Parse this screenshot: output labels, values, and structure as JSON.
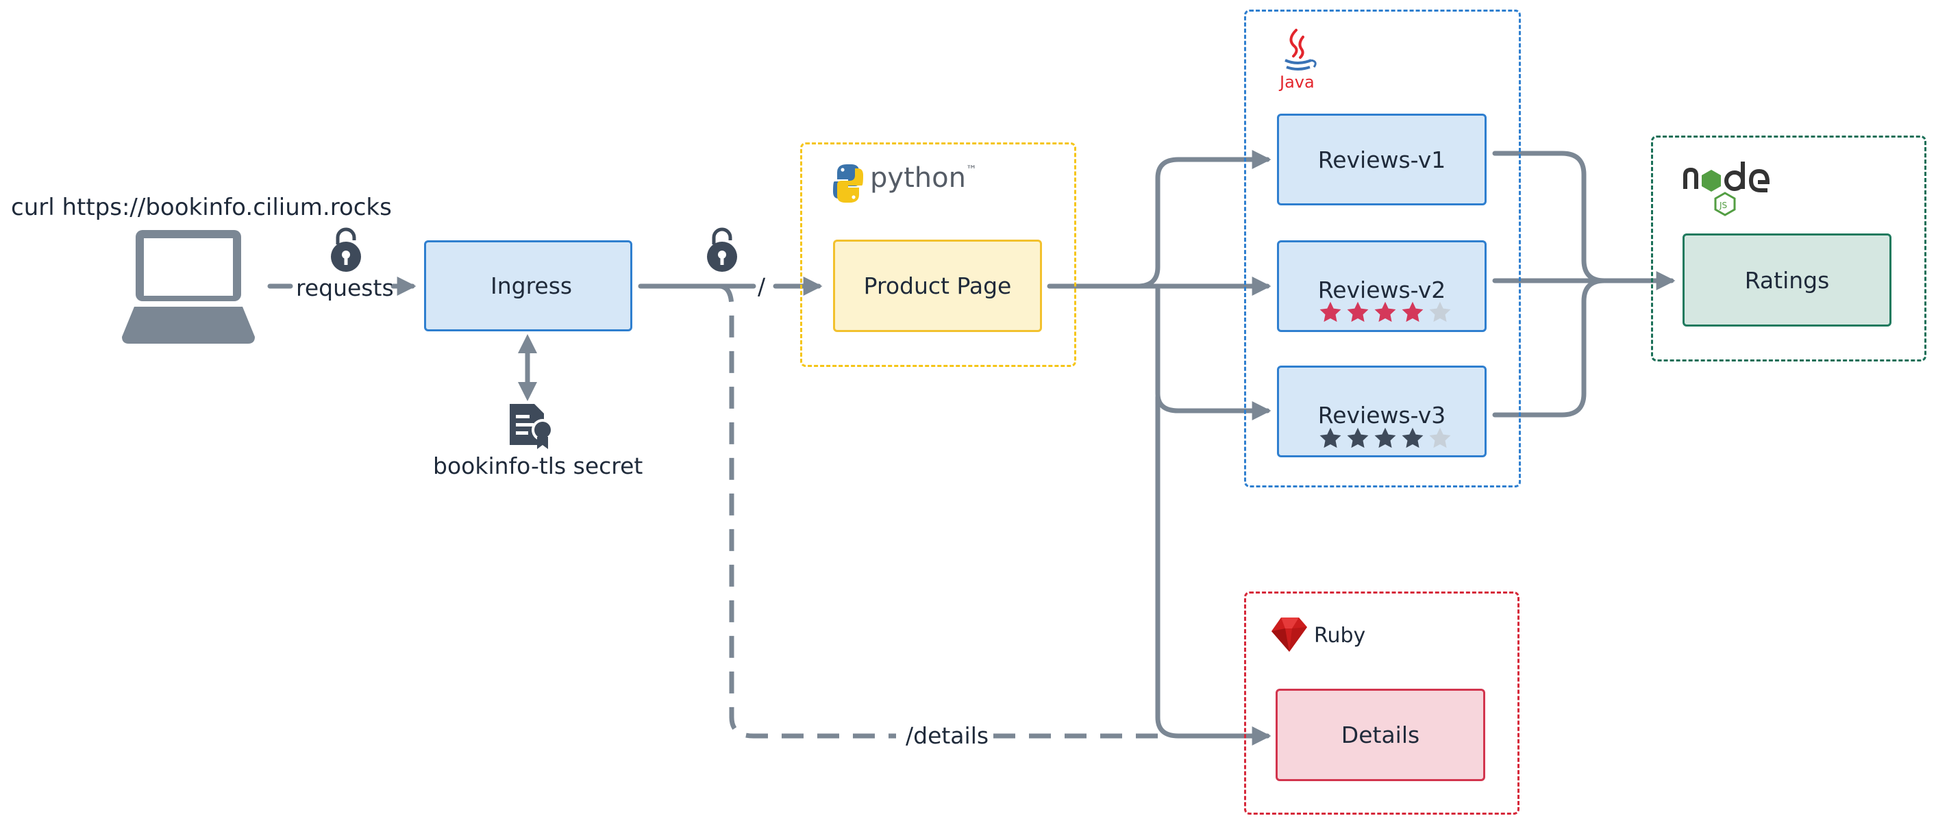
{
  "client": {
    "label": "curl https://bookinfo.cilium.rocks"
  },
  "edges": {
    "requests_label": "requests",
    "root_path_label": "/",
    "details_path_label": "/details"
  },
  "ingress": {
    "label": "Ingress"
  },
  "secret": {
    "label": "bookinfo-tls secret"
  },
  "groups": {
    "python": {
      "label": "python",
      "trademark": "™",
      "color": "#f5c518"
    },
    "java": {
      "label": "Java",
      "color": "#1f7fd8"
    },
    "node": {
      "color": "#1a6f57"
    },
    "ruby": {
      "label": "Ruby",
      "color": "#d6283a"
    }
  },
  "services": {
    "productpage": {
      "label": "Product Page"
    },
    "reviews_v1": {
      "label": "Reviews-v1"
    },
    "reviews_v2": {
      "label": "Reviews-v2",
      "rating": 4,
      "max": 5,
      "star_color": "#d4385a"
    },
    "reviews_v3": {
      "label": "Reviews-v3",
      "rating": 4,
      "max": 5,
      "star_color": "#3e4a5a"
    },
    "ratings": {
      "label": "Ratings"
    },
    "details": {
      "label": "Details"
    }
  },
  "colors": {
    "edge": "#7b8794",
    "blue_fill": "#d6e7f7",
    "blue_stroke": "#2f7fcf",
    "yellow_fill": "#fdf3cf",
    "yellow_stroke": "#f2c12e",
    "green_fill": "#d5e7e1",
    "green_stroke": "#1f7a5e",
    "red_fill": "#f7d6dc",
    "red_stroke": "#d2354e",
    "empty_star": "#c7d0d9"
  }
}
